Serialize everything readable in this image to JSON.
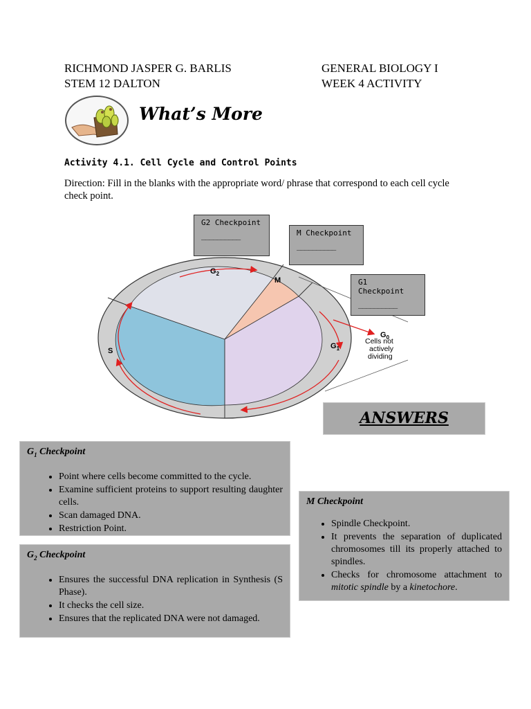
{
  "header": {
    "name": "RICHMOND JASPER G. BARLIS",
    "section": "STEM 12 DALTON",
    "subject": "GENERAL BIOLOGY I",
    "week": "WEEK 4 ACTIVITY"
  },
  "title": "What’s More",
  "activity_title": "Activity 4.1. Cell Cycle and Control Points",
  "direction": "Direction: Fill in the blanks with the appropriate word/ phrase that correspond to each cell cycle check point.",
  "diagram": {
    "g2_box": {
      "label": "G2 Checkpoint",
      "blank": "__________"
    },
    "m_box": {
      "label": "M Checkpoint",
      "blank": "__________"
    },
    "g1_box": {
      "label": "G1 Checkpoint",
      "blank": "__________"
    },
    "phase_g2": "G",
    "phase_g2_sub": "2",
    "phase_m": "M",
    "phase_s": "S",
    "phase_g1": "G",
    "phase_g1_sub": "1",
    "g0": "G",
    "g0_sub": "0",
    "g0_note_1": "Cells not",
    "g0_note_2": "actively",
    "g0_note_3": "dividing",
    "colors": {
      "g2": "#dfe1ea",
      "m": "#f6c6b0",
      "s": "#8ec4dc",
      "g1": "#e0d3ec",
      "ring": "#d0d0d0",
      "arrow": "#e02020"
    }
  },
  "answers_label": "ANSWERS",
  "g1_panel": {
    "title": "G",
    "title_sub": "1",
    "title_rest": " Checkpoint",
    "items": [
      "Point where cells become committed to the cycle.",
      "Examine sufficient proteins to support resulting daughter cells.",
      "Scan damaged DNA.",
      "Restriction Point."
    ]
  },
  "g2_panel": {
    "title": "G",
    "title_sub": "2",
    "title_rest": " Checkpoint",
    "items": [
      "Ensures the successful DNA replication in Synthesis (S Phase).",
      "It checks the cell size.",
      "Ensures that the replicated DNA were not damaged."
    ]
  },
  "m_panel": {
    "title": "M Checkpoint",
    "items": [
      "Spindle Checkpoint.",
      "It prevents the separation of duplicated chromosomes till its properly attached to spindles."
    ],
    "item3_pre": "Checks for chromosome attachment to",
    "item3_em1": "mitotic spindle",
    "item3_mid": " by a ",
    "item3_em2": "kinetochore",
    "item3_end": "."
  }
}
